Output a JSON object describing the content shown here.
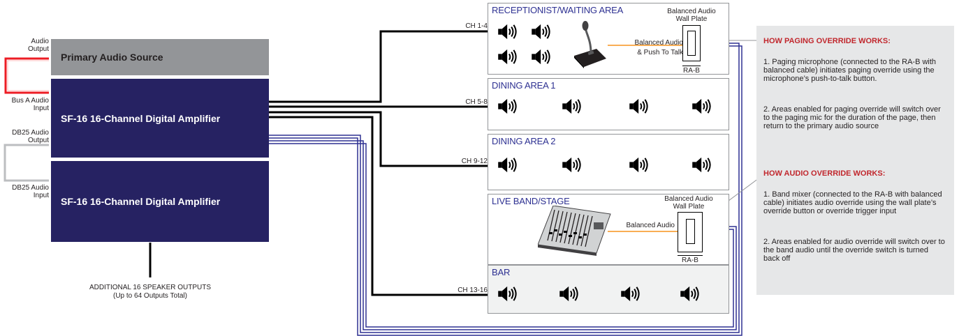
{
  "left": {
    "audio_output": [
      "Audio",
      "Output"
    ],
    "bus_a_input": [
      "Bus A Audio",
      "Input"
    ],
    "db25_output": [
      "DB25 Audio",
      "Output"
    ],
    "db25_input": [
      "DB25 Audio",
      "Input"
    ],
    "primary_source": "Primary Audio Source",
    "amp1": "SF-16 16-Channel Digital Amplifier",
    "amp2": "SF-16 16-Channel Digital Amplifier",
    "footer": [
      "ADDITIONAL 16 SPEAKER OUTPUTS",
      "(Up to 64 Outputs Total)"
    ]
  },
  "areas": [
    {
      "title": "RECEPTIONIST/WAITING AREA",
      "channel": "CH 1-4"
    },
    {
      "title": "DINING AREA 1",
      "channel": "CH 5-8"
    },
    {
      "title": "DINING AREA 2",
      "channel": "CH 9-12"
    },
    {
      "title": "LIVE BAND/STAGE",
      "channel": ""
    },
    {
      "title": "BAR",
      "channel": "CH 13-16"
    }
  ],
  "reception": {
    "wall_plate": [
      "Balanced Audio",
      "Wall Plate"
    ],
    "cable": [
      "Balanced Audio",
      "& Push To Talk"
    ],
    "device": "RA-B"
  },
  "stage": {
    "wall_plate": [
      "Balanced Audio",
      "Wall Plate"
    ],
    "cable": "Balanced Audio",
    "device": "RA-B"
  },
  "panel": {
    "paging_heading": "HOW PAGING OVERRIDE WORKS:",
    "paging_1": "1.  Paging microphone (connected to the RA-B with balanced cable) initiates paging override using the microphone’s push-to-talk button.",
    "paging_2": "2.  Areas enabled for paging override will switch over to the paging mic for the duration of the page, then return to the primary audio source",
    "audio_heading": "HOW AUDIO OVERRIDE  WORKS:",
    "audio_1": "1.  Band mixer (connected to the RA-B with balanced cable) initiates audio override using the wall plate’s override button or override trigger input",
    "audio_2": "2.  Areas enabled for audio override will switch over to the band audio until the override switch is turned back off"
  },
  "colors": {
    "navy": "#262262",
    "gray": "#939598",
    "red": "#ed1c24",
    "blue": "#2e3192",
    "orange": "#f7941d",
    "panel": "#e6e7e8",
    "heading_red": "#c1272d"
  }
}
